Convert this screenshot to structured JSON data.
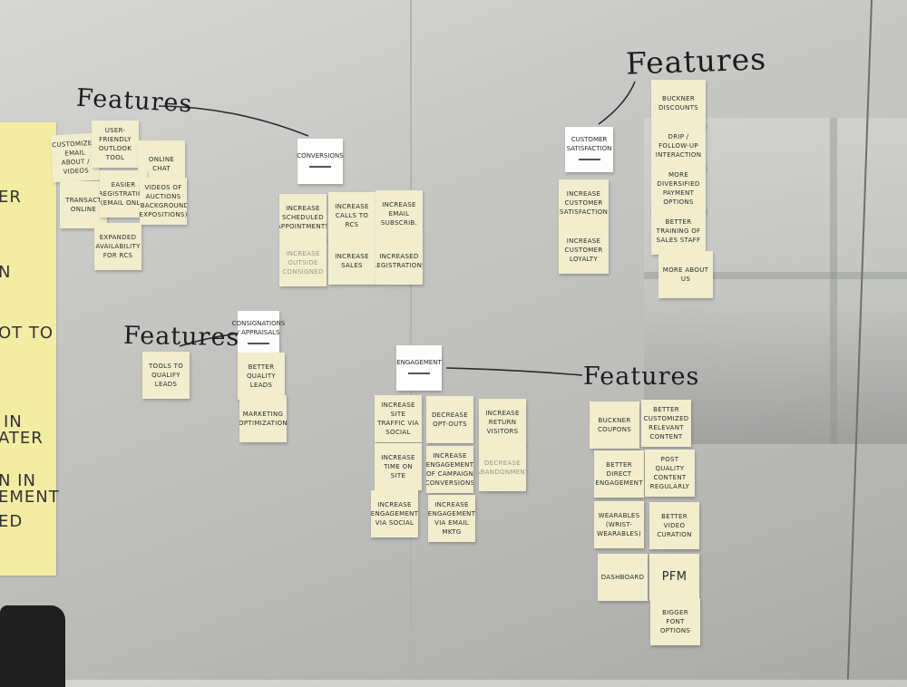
{
  "headings": {
    "top_left": "Features",
    "top_right": "Features",
    "mid_left": "Features",
    "bottom_right": "Features"
  },
  "yellow_sheet": [
    "ER",
    "N",
    "OT TO",
    "IN",
    "ATER",
    "N IN",
    "EMENT",
    "ED"
  ],
  "cards": {
    "conversions": "Conversions",
    "customer_satisfaction": "Customer Satisfaction",
    "consignations": "Consignations / Appraisals",
    "engagement": "Engagement"
  },
  "notes": {
    "customized_email": "Customized Email about / Videos",
    "user_friendly": "User-Friendly Outlook Tool",
    "online_chat": "Online Chat",
    "transact_online": "Transact Online",
    "easier_registration": "Easier Registration (Email only)",
    "videos_auctions": "Videos of Auctions (Background expositions)",
    "expanded_availability": "Expanded Availability for RCs",
    "increase_scheduled": "Increase Scheduled Appointments",
    "increase_calls": "Increase Calls to RCs",
    "increase_email_subs": "Increase Email Subscrib.",
    "increase_outside": "Increase Outside Consigned",
    "increase_sales": "Increase Sales",
    "increased_registrations": "Increased Registrations",
    "increase_cust_satisfaction": "Increase Customer Satisfaction",
    "increase_cust_loyalty": "Increase Customer Loyalty",
    "buckner_discounts": "Buckner Discounts",
    "drip_follow_up": "Drip / Follow-up Interaction",
    "more_diversified": "More Diversified Payment Options",
    "better_training": "Better Training of Sales Staff",
    "more_about_us": "More About Us",
    "tools_qualify": "Tools to Qualify Leads",
    "better_quality_leads": "Better Quality Leads",
    "marketing_optimization": "Marketing Optimization",
    "increase_site_traffic": "Increase Site Traffic via Social",
    "decrease_optouts": "Decrease Opt-Outs",
    "increase_return": "Increase Return Visitors",
    "increase_time_on_site": "Increase Time on Site",
    "increase_engagement_campaign": "Increase Engagement of Campaign Conversions",
    "decrease_abandonment": "Decrease Abandonment",
    "increase_engagement_social": "Increase Engagement via Social",
    "increase_engagement_email": "Increase Engagement via Email Mktg",
    "buckner_coupons": "Buckner Coupons",
    "better_customized_content": "Better Customized Relevant Content",
    "better_direct_engagement": "Better Direct Engagement",
    "post_quality_content": "Post Quality Content Regularly",
    "wearables": "Wearables (Wrist-Wearables)",
    "better_video_curation": "Better Video Curation",
    "dashboard": "Dashboard",
    "pfm": "PFM",
    "bigger_font": "Bigger Font Options"
  }
}
